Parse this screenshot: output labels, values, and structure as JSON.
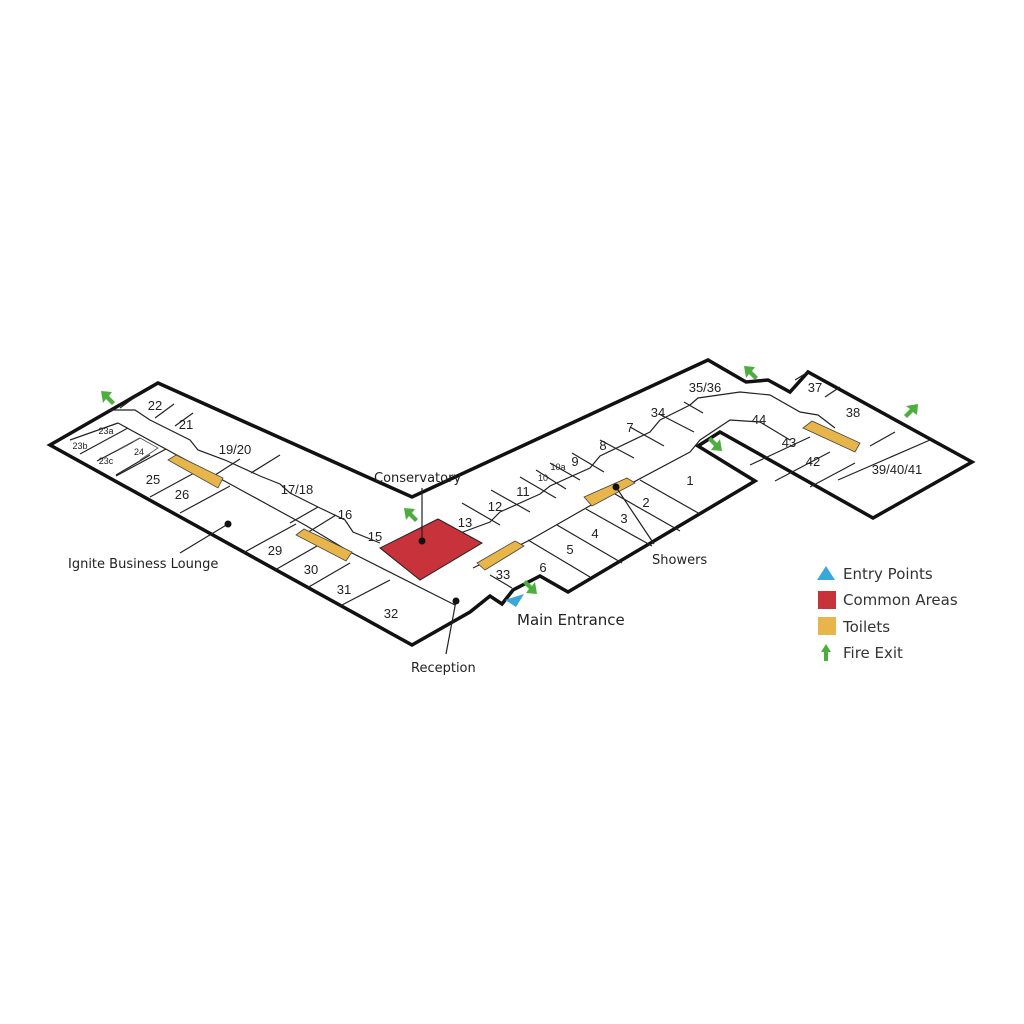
{
  "rooms": {
    "r1": "1",
    "r2": "2",
    "r3": "3",
    "r4": "4",
    "r5": "5",
    "r6": "6",
    "r7": "7",
    "r8": "8",
    "r9": "9",
    "r10": "10",
    "r10a": "10a",
    "r11": "11",
    "r12": "12",
    "r13": "13",
    "r15": "15",
    "r16": "16",
    "r17_18": "17/18",
    "r19_20": "19/20",
    "r21": "21",
    "r22": "22",
    "r23a": "23a",
    "r23b": "23b",
    "r23c": "23c",
    "r24": "24",
    "r25": "25",
    "r26": "26",
    "r29": "29",
    "r30": "30",
    "r31": "31",
    "r32": "32",
    "r33": "33",
    "r34": "34",
    "r35_36": "35/36",
    "r37": "37",
    "r38": "38",
    "r39_40_41": "39/40/41",
    "r42": "42",
    "r43": "43",
    "r44": "44"
  },
  "callouts": {
    "conservatory": "Conservatory",
    "lounge": "Ignite Business Lounge",
    "reception": "Reception",
    "main_entrance": "Main Entrance",
    "showers": "Showers"
  },
  "legend": {
    "entry": "Entry Points",
    "common": "Common Areas",
    "toilets": "Toilets",
    "fire_exit": "Fire Exit"
  },
  "colors": {
    "entry": "#3ba7d8",
    "common": "#c8323a",
    "toilets": "#e8b54a",
    "fire_exit": "#4cae3d"
  }
}
